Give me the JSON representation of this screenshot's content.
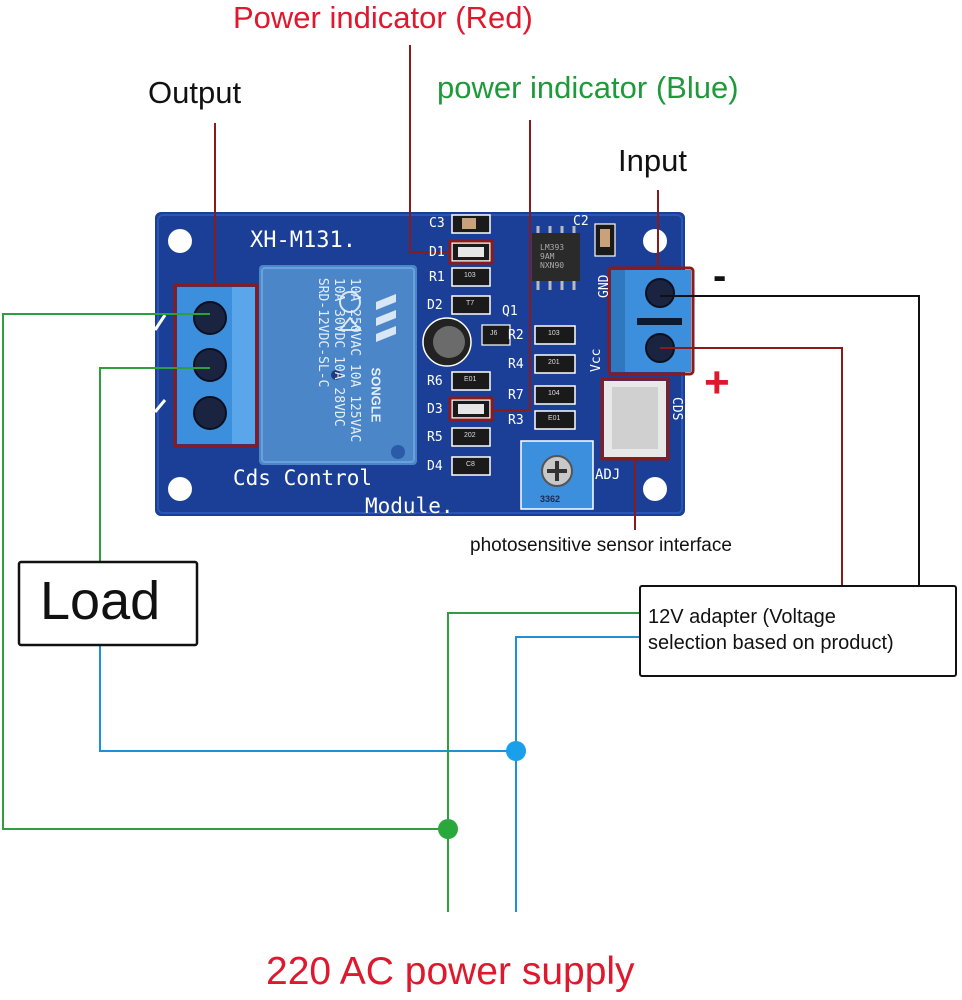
{
  "labels": {
    "power_indicator_red": "Power indicator (Red)",
    "power_indicator_blue": "power indicator (Blue)",
    "output": "Output",
    "input": "Input",
    "minus": "-",
    "plus": "+",
    "photosensitive": "photosensitive sensor interface",
    "load": "Load",
    "adapter_line1": "12V adapter (Voltage",
    "adapter_line2": "selection based on product)",
    "ac_supply": "220 AC power supply"
  },
  "board": {
    "model": "XH-M131.",
    "name_line1": "Cds Control",
    "name_line2": "Module.",
    "relay": {
      "line1": "10A 250VAC  10A 125VAC",
      "line2": "10A 30VDC  10A 28VDC",
      "line3": "SRD-12VDC-SL-C",
      "brand": "SONGLE"
    },
    "ic": {
      "line1": "LM393",
      "line2": "9AM",
      "line3": "NXN90"
    },
    "pot_label": "3362",
    "silkscreen": {
      "c3": "C3",
      "d1": "D1",
      "r1": "R1",
      "d2": "D2",
      "q1": "Q1",
      "r6": "R6",
      "d3": "D3",
      "r5": "R5",
      "d4": "D4",
      "r2": "R2",
      "r4": "R4",
      "r7": "R7",
      "r3": "R3",
      "c2": "C2",
      "gnd": "GND",
      "vcc": "Vcc",
      "cds": "CDS",
      "adj": "ADJ"
    },
    "resistor_codes": {
      "r1": "103",
      "r2": "103",
      "r4": "201",
      "r7": "104",
      "r3": "E01",
      "r6": "E01",
      "r5": "202",
      "d2": "T7",
      "d4": "C8",
      "q1": "J6"
    }
  },
  "colors": {
    "red_label": "#e0182d",
    "green_label": "#1f9a3a",
    "pcb": "#1b3f96",
    "terminal": "#3c8fdc",
    "leader": "#8b1a1a",
    "green_wire": "#2e9e3e",
    "blue_wire": "#1e90d6"
  }
}
